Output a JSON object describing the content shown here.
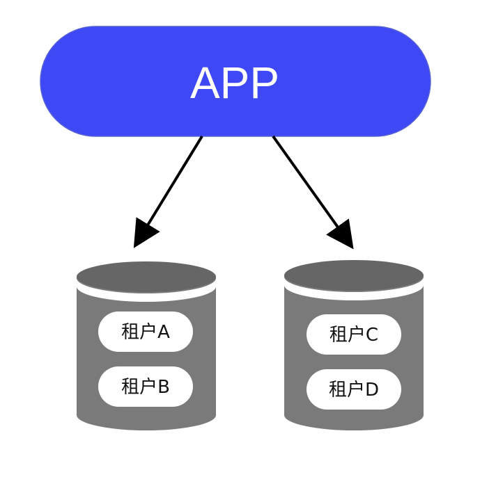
{
  "app": {
    "label": "APP",
    "fill": "#3f48f5",
    "stroke": "#5560d8"
  },
  "databases": [
    {
      "tenants": [
        {
          "label": "租户A"
        },
        {
          "label": "租户B"
        }
      ]
    },
    {
      "tenants": [
        {
          "label": "租户C"
        },
        {
          "label": "租户D"
        }
      ]
    }
  ],
  "colors": {
    "db_top": "#666666",
    "db_body": "#7a7a7a",
    "db_band": "#ffffff",
    "pill": "#ffffff",
    "arrow": "#000000"
  }
}
